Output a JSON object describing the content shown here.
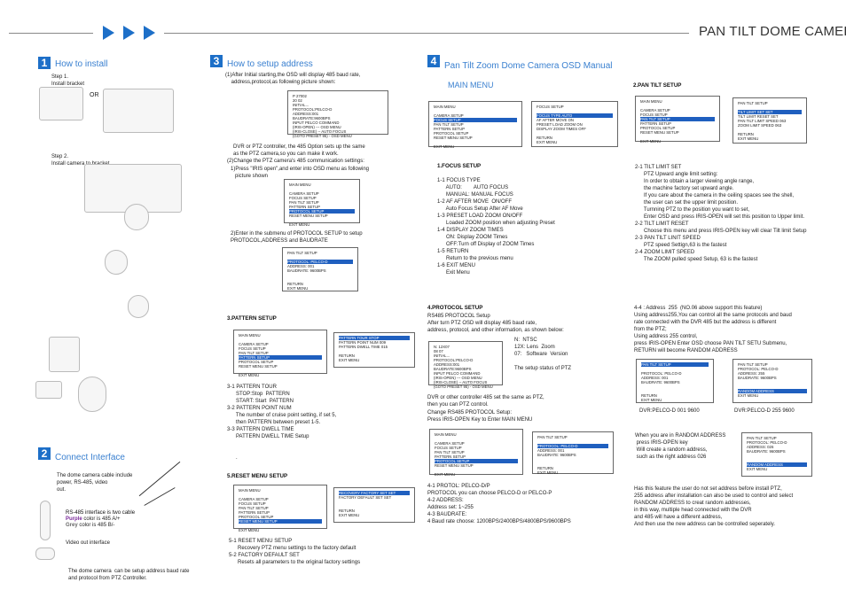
{
  "header": {
    "title": "PAN TILT DOME CAMERA",
    "arrows": [
      "arrow-right",
      "arrow-right",
      "arrow-right"
    ]
  },
  "colors": {
    "accent": "#1d6fc8",
    "section_title": "#3a80d0",
    "highlight": "#1f5fbf"
  },
  "s1": {
    "num": "1",
    "title": "How to install",
    "step1": "Step 1.\nInstall bracket",
    "or": "OR",
    "step2": "Step 2.\nInstall camera to bracket"
  },
  "s2": {
    "num": "2",
    "title": "Connect Interface",
    "desc": "The dome camera cable include\npower, RS-485, video\nout.",
    "rs485_line1": "RS-485 interface is two cable",
    "rs485_purple_word": "Purple",
    "rs485_purple_rest": " color is 485 A/+",
    "rs485_grey_word": "Grey",
    "rs485_grey_rest": " color is 485 B/-",
    "video": "Video out interface",
    "note": "The dome camera  can be setup address baud rate\nand protocol from PTZ Controller."
  },
  "s3": {
    "num": "3",
    "title": "How to setup address",
    "p1": "(1)After Initial starting,the OSD will display 485 baud rate,\n    address,protocol,as following picture shown:",
    "osd1": [
      "P  27002",
      "  20   02",
      "           INITIAL...",
      "    PROTOCOL:PELCO-D",
      "     ADDRESS:001",
      "     BAUDRATE:9600BPS",
      "INPUT PELCO COMMAND",
      "(IRIS-OPEN) --- OSD MENU",
      "(IRIS-CLOSE) -- AUTO FOCUS",
      "(GOTO PRESET 95) - OSD MENU"
    ],
    "p2": "DVR or PTZ controller, the 485 Option sets up the same\nas the PTZ camera,so you can make it work.",
    "p3": "(2)Change the PTZ camera's 485 communication settings:",
    "p4": "1)Press \"IRIS open\",and enter into OSD menu as following\n   picture shown",
    "osd2": [
      "MAIN MENU",
      "",
      "CAMERA SETUP",
      "FOCUS SETUP",
      "PAN TILT SETUP",
      "PATTERN SETUP",
      "PROTOCOL SETUP",
      "RESET MENU SETUP",
      "",
      "EXIT MENU"
    ],
    "osd2_hl": 6,
    "p5": "2)Enter in the submenu of PROTOCOL SETUP to setup\nPROTOCOL,ADDRESS and BAUDRATE",
    "osd3": [
      "PAN TILT SETUP",
      "",
      "PROTOCOL:          PELCO-D",
      "ADDRESS:             001",
      "BAUDRATE:           9600BPS",
      "",
      "",
      "RETURN",
      "EXIT MENU"
    ],
    "osd3_hl": 2
  },
  "pattern": {
    "title": "3.PATTERN  SETUP",
    "osd_main": [
      "MAIN MENU",
      "",
      "CAMERA SETUP",
      "FOCUS SETUP",
      "PAN TILT SETUP",
      "PATTERN SETUP",
      "PROTOCOL SETUP",
      "RESET MENU SETUP",
      "",
      "EXIT MENU"
    ],
    "osd_main_hl": 5,
    "osd_sub": [
      "PATTERN TOUR          STOP",
      "PATTERN POINT NUM      009",
      "PATTERN DWELL TIME     015",
      "",
      "RETURN",
      "EXIT MENU"
    ],
    "osd_sub_hl": 0,
    "body": "3-1 PATTERN TOUR\n      STOP:Stop  PATTERN\n      START: Start  PATTERN\n3-2 PATTERN POINT NUM\n      The number of cruise point setting, if set 5,\n      then PATTERN between preset 1-5.\n3-3 PATTERN DWELL TIME\n      PATTERN DWELL TIME Setup\n\n\n      ."
  },
  "reset": {
    "title": "5.RESET MENU SETUP",
    "osd_main": [
      "MAIN MENU",
      "",
      "CAMERA SETUP",
      "FOCUS SETUP",
      "PAN TILT SETUP",
      "PATTERN SETUP",
      "PROTOCOL SETUP",
      "RESET MENU SETUP",
      "",
      "EXIT MENU"
    ],
    "osd_main_hl": 7,
    "osd_sub": [
      "RECOVERY FACTORY SET     SET",
      "FACTORY DEFAULT SET      SET",
      "",
      "",
      "RETURN",
      "EXIT MENU"
    ],
    "osd_sub_hl": 0,
    "body": "5-1 RESET MENU SETUP\n      Recovery PTZ menu settings to the factory default\n5-2 FACTORY DEFAULT SET\n      Resets all parameters to the original factory settings"
  },
  "s4": {
    "num": "4",
    "title": "Pan Tilt Zoom Dome Camera OSD Manual",
    "main_menu": "MAIN MENU",
    "osd_main": [
      "MAIN MENU",
      "",
      "CAMERA SETUP",
      "FOCUS SETUP",
      "PAN TILT SETUP",
      "PATTERN SETUP",
      "PROTOCOL SETUP",
      "RESET MENU SETUP",
      "",
      "EXIT MENU"
    ],
    "osd_main_hl": 3,
    "osd_focus": [
      "FOCUS SETUP",
      "",
      "FOCUS TYPE          AUTO",
      "AF AFTER MOVE        ON",
      "PRESET LOAD ZOOM     ON",
      "DISPLAY ZOOM TIMES   OFF",
      "",
      "RETURN",
      "EXIT MENU"
    ],
    "osd_focus_hl": 2
  },
  "focus": {
    "title": "1.FOCUS SETUP",
    "body": "1-1 FOCUS TYPE\n      AUTO:        AUTO FOCUS\n      MANUAL: MANUAL FOCUS\n1-2 AF AFTER MOVE  ON/OFF\n      Auto Focus Setup After AF Move\n1-3 PRESET LOAD ZOOM ON/OFF\n      Loaded ZOOM position when adjusting Preset\n1-4 DISPLAY ZOOM TIMES\n      ON: Display ZOOM Times\n      OFF:Turn off Display of ZOOM Times\n1-5 RETURN\n      Return to the previous menu\n1-6 EXIT MENU\n      Exit Menu"
  },
  "pantilt": {
    "title": "2.PAN TILT SETUP",
    "osd_main": [
      "MAIN MENU",
      "",
      "CAMERA SETUP",
      "FOCUS SETUP",
      "PAN TILT SETUP",
      "PATTERN SETUP",
      "PROTOCOL SETUP",
      "RESET MENU SETUP",
      "",
      "EXIT MENU"
    ],
    "osd_main_hl": 4,
    "osd_sub": [
      "PAN TILT SETUP",
      "",
      "TILT LIMIT SET        SET",
      "TILT LIMIT RESET      SET",
      "PAN TILT LIMIT SPEED  063",
      "ZOOM LIMIT SPEED      063",
      "",
      "RETURN",
      "EXIT MENU"
    ],
    "osd_sub_hl": 2,
    "body": "2-1 TILT LIMIT SET\n      PTZ Upward angle limit setting:\n      In order to obtain a larger viewing angle range,\n      the machine factory set upward angle.\n      If you care about the camera in the ceiling spaces see the shell,\n      the user can set the upper limit position.\n      Turnning PTZ to the position you want to set,\n      Enter OSD and press IRIS-OPEN will set this position to Upper limit.\n2-2 TILT LIMIT RESET\n      Choose this menu and press IRIS-OPEN key will clear Tilt limit Setup\n2-3 PAN TILT LINIT SPEED\n      PTZ speed Settign,63 is the fastest\n2-4 ZOOM LIMIT SPEED\n      The ZOOM pulled speed Setup, 63 is the fastest"
  },
  "protocol": {
    "title": "4.PROTOCOL SETUP",
    "p1": "RS485 PROTOCOL Setup\nAfter turn PTZ OSD will display 485 baud rate,\naddress, protocol, and other information, as shown below:",
    "osd1": [
      "N: 12X07",
      "  08  07",
      "           INITIAL...",
      "    PROTOCOL:PELCO-D",
      "     ADDRESS:001",
      "     BAUDRATE:9600BPS",
      "INPUT PELCO COMMAND",
      "(IRIS-OPEN) --- OSD MENU",
      "(IRIS-CLOSE) -- AUTO FOCUS",
      "(GOTO PRESET 95) - OSD MENU"
    ],
    "legend": "N:  NTSC\n12X: Lens  Zoom\n07:   Software  Version\n\nThe setup status of PTZ",
    "p2": "DVR or other controller 485 set the same as PTZ,\nthen you can PTZ control.",
    "p3": "Change RS485 PROTOCOL Setup:\nPress IRIS-OPEN Key to Enter MAIN MENU",
    "osd_main": [
      "MAIN MENU",
      "",
      "CAMERA SETUP",
      "FOCUS SETUP",
      "PAN TILT SETUP",
      "PATTERN SETUP",
      "PROTOCOL SETUP",
      "RESET MENU SETUP",
      "",
      "EXIT MENU"
    ],
    "osd_main_hl": 6,
    "osd_sub": [
      "PAN TILT SETUP",
      "",
      "PROTOCOL:          PELCO-D",
      "ADDRESS:             001",
      "BAUDRATE:           9600BPS",
      "",
      "",
      "RETURN",
      "EXIT MENU"
    ],
    "osd_sub_hl": 2,
    "body": "4-1 PROTOL: PELCO-D/P\nPROTOCOL you can choose PELCO-D or PELCO-P\n4-2 ADDRESS:\nAddress set: 1~255\n4-3 BAUDRATE:\n4 Baud rate choose: 1200BPS/2400BPS/4800BPS/9600BPS"
  },
  "address": {
    "p1": "4-4 : Address  255  (NO.06 above support this feature)\nUsing address255,You can control all the same protocols and baud\nrate connected with the DVR 485 but the address is different\nfrom the PTZ;\nUsing address 255 control,\npress IRIS-OPEN Enter OSD choose PAN TILT SETU Submenu,\nRETURN will become RANDOM ADDRESS",
    "osd1": [
      "PAN TILT SETUP",
      "",
      "PROTOCOL:          PELCO-D",
      "ADDRESS:             001",
      "BAUDRATE:           9600BPS",
      "",
      "",
      "RETURN",
      "EXIT MENU"
    ],
    "osd1_hl": 0,
    "osd2": [
      "PAN TILT SETUP",
      "PROTOCOL:          PELCO-D",
      "ADDRESS:             255",
      "BAUDRATE:           9600BPS",
      "",
      "",
      "RANDOM ADDRESS",
      "EXIT MENU"
    ],
    "osd2_hl": 6,
    "cap1": "DVR:PELCO-D 001 9600",
    "cap2": "DVR:PELCO-D 255 9600",
    "p2": "When you are in RANDOM ADDRESS\n press IRIS-OPEN key\n Will create a random address,\n such as the right address 026",
    "osd3": [
      "PAN TILT SETUP",
      "PROTOCOL:          PELCO-D",
      "ADDRESS:             026",
      "BAUDRATE:           9600BPS",
      "",
      "",
      "RANDOM ADDRESS",
      "EXIT MENU"
    ],
    "osd3_hl": 6,
    "p3": "Has this feature the user do not set address before install PTZ,\n255 address after installation can also be used to control and select\nRANDOM ADDRESS to creat random addresses,\nin this way, multiple head connected with the DVR\nand 485 will have a different address,\nAnd then use the new address can be controlled seperately."
  }
}
